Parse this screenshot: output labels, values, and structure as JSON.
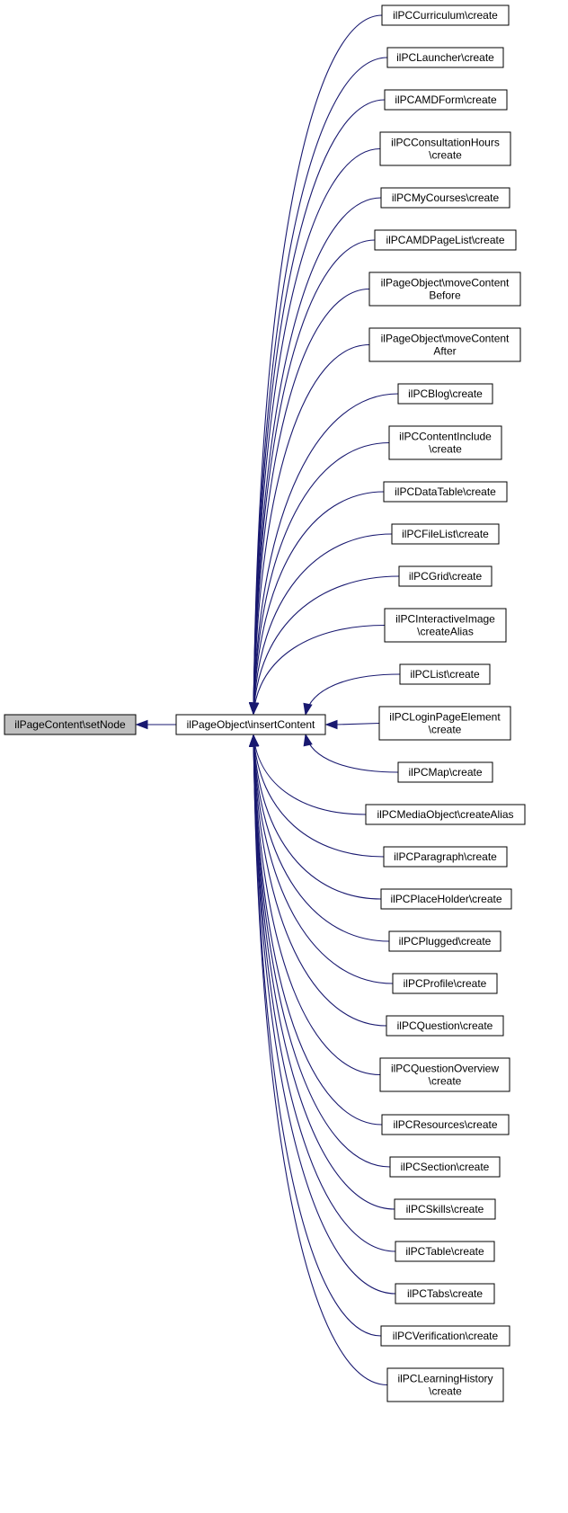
{
  "graph": {
    "root": {
      "lines": [
        "ilPageContent\\setNode"
      ]
    },
    "center": {
      "lines": [
        "ilPageObject\\insertContent"
      ]
    },
    "callers": [
      {
        "lines": [
          "ilPCCurriculum\\create"
        ]
      },
      {
        "lines": [
          "ilPCLauncher\\create"
        ]
      },
      {
        "lines": [
          "ilPCAMDForm\\create"
        ]
      },
      {
        "lines": [
          "ilPCConsultationHours",
          "\\create"
        ]
      },
      {
        "lines": [
          "ilPCMyCourses\\create"
        ]
      },
      {
        "lines": [
          "ilPCAMDPageList\\create"
        ]
      },
      {
        "lines": [
          "ilPageObject\\moveContent",
          "Before"
        ]
      },
      {
        "lines": [
          "ilPageObject\\moveContent",
          "After"
        ]
      },
      {
        "lines": [
          "ilPCBlog\\create"
        ]
      },
      {
        "lines": [
          "ilPCContentInclude",
          "\\create"
        ]
      },
      {
        "lines": [
          "ilPCDataTable\\create"
        ]
      },
      {
        "lines": [
          "ilPCFileList\\create"
        ]
      },
      {
        "lines": [
          "ilPCGrid\\create"
        ]
      },
      {
        "lines": [
          "ilPCInteractiveImage",
          "\\createAlias"
        ]
      },
      {
        "lines": [
          "ilPCList\\create"
        ]
      },
      {
        "lines": [
          "ilPCLoginPageElement",
          "\\create"
        ]
      },
      {
        "lines": [
          "ilPCMap\\create"
        ]
      },
      {
        "lines": [
          "ilPCMediaObject\\createAlias"
        ]
      },
      {
        "lines": [
          "ilPCParagraph\\create"
        ]
      },
      {
        "lines": [
          "ilPCPlaceHolder\\create"
        ]
      },
      {
        "lines": [
          "ilPCPlugged\\create"
        ]
      },
      {
        "lines": [
          "ilPCProfile\\create"
        ]
      },
      {
        "lines": [
          "ilPCQuestion\\create"
        ]
      },
      {
        "lines": [
          "ilPCQuestionOverview",
          "\\create"
        ]
      },
      {
        "lines": [
          "ilPCResources\\create"
        ]
      },
      {
        "lines": [
          "ilPCSection\\create"
        ]
      },
      {
        "lines": [
          "ilPCSkills\\create"
        ]
      },
      {
        "lines": [
          "ilPCTable\\create"
        ]
      },
      {
        "lines": [
          "ilPCTabs\\create"
        ]
      },
      {
        "lines": [
          "ilPCVerification\\create"
        ]
      },
      {
        "lines": [
          "ilPCLearningHistory",
          "\\create"
        ]
      }
    ]
  }
}
